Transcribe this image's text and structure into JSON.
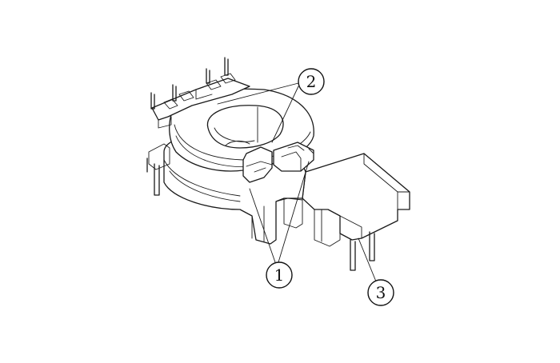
{
  "callouts": [
    {
      "id": "1",
      "label": "1"
    },
    {
      "id": "2",
      "label": "2"
    },
    {
      "id": "3",
      "label": "3"
    }
  ],
  "colors": {
    "line": "#1a1a1a",
    "background": "#ffffff"
  }
}
